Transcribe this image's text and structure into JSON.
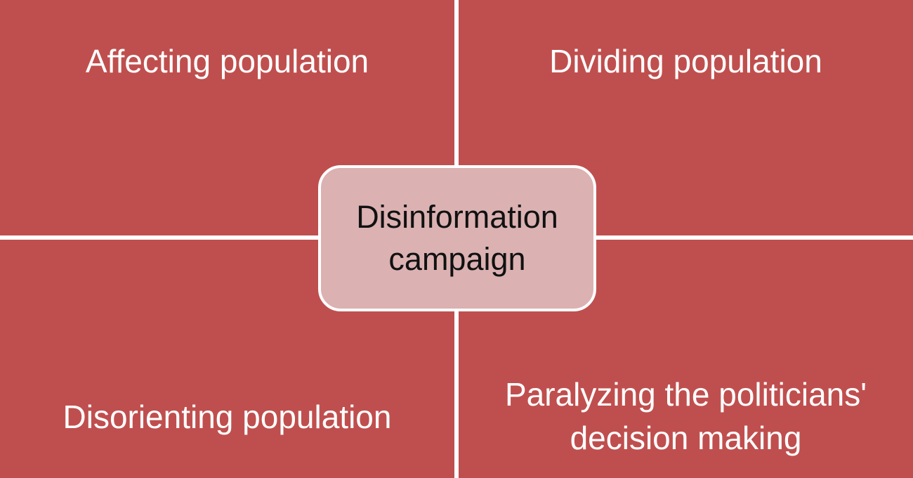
{
  "colors": {
    "quadrant_fill": "#BF4F4E",
    "center_fill": "#DBB1B2",
    "divider": "#FFFFFF",
    "quadrant_text": "#FFFFFF",
    "center_text": "#111111"
  },
  "center": {
    "label": "Disinformation\ncampaign"
  },
  "quadrants": {
    "top_left": {
      "label": "Affecting population"
    },
    "top_right": {
      "label": "Dividing population"
    },
    "bottom_left": {
      "label": "Disorienting population"
    },
    "bottom_right": {
      "label": "Paralyzing the politicians'\ndecision making"
    }
  }
}
